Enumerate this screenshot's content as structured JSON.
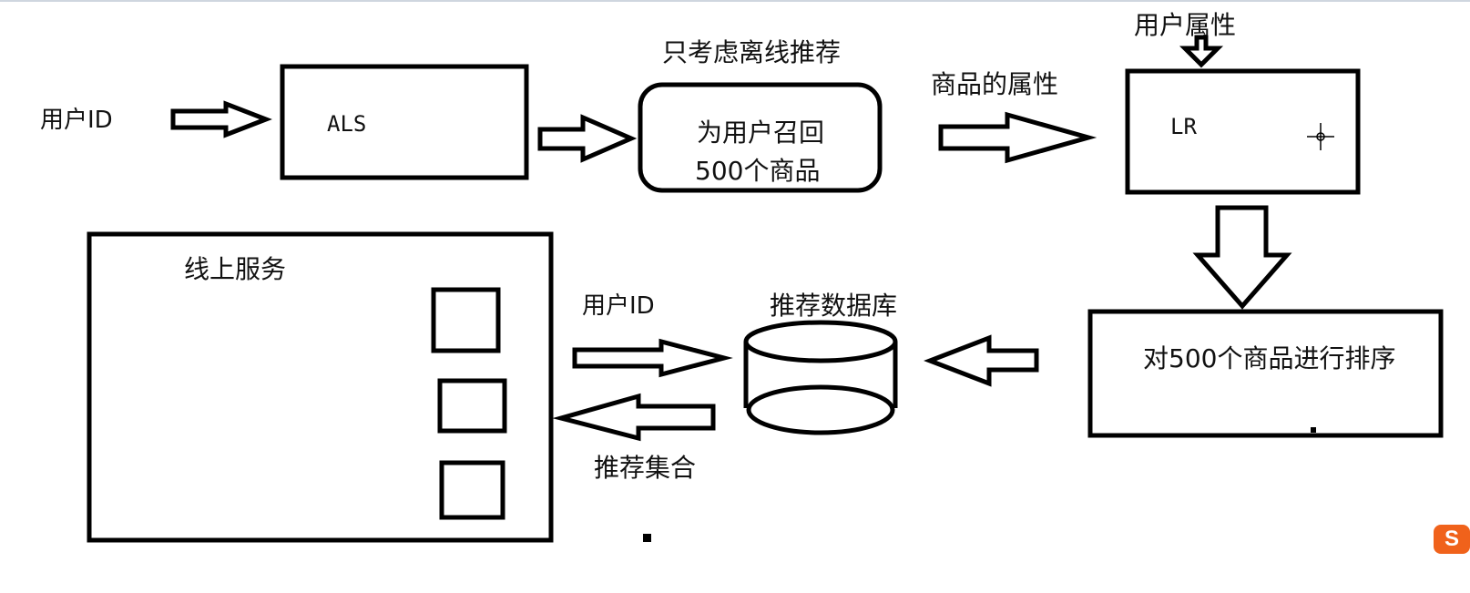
{
  "colors": {
    "stroke": "#000000",
    "background": "#ffffff",
    "badge": "#f0621b"
  },
  "labels": {
    "user_id_top": "用户ID",
    "als": "ALS",
    "offline_only": "只考虑离线推荐",
    "recall_line1": "为用户召回",
    "recall_line2": "500个商品",
    "item_attributes": "商品的属性",
    "user_attributes": "用户属性",
    "lr": "LR",
    "sort_500": "对500个商品进行排序",
    "recommend_db": "推荐数据库",
    "user_id_bottom": "用户ID",
    "recommend_set": "推荐集合",
    "online_service": "线上服务"
  },
  "badge": {
    "text": "S",
    "icon": "sogou-input-icon"
  }
}
